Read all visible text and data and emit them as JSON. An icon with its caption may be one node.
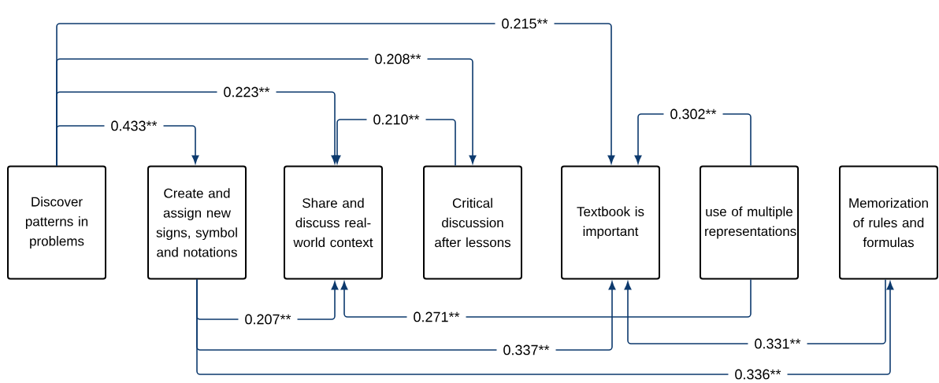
{
  "diagram": {
    "nodes": [
      {
        "text": [
          "Discover patterns in problems"
        ]
      },
      {
        "text": [
          "Create and assign new signs, symbol and notations"
        ]
      },
      {
        "text": [
          "Share and discuss real-world context"
        ]
      },
      {
        "text": [
          "Critical discussion after lessons"
        ]
      },
      {
        "text": [
          "Textbook is important"
        ]
      },
      {
        "text": [
          "use of multiple representations"
        ]
      },
      {
        "text": [
          "Memorization of rules and formulas"
        ]
      }
    ],
    "edges": [
      {
        "from": 0,
        "to": 1,
        "arrow": "to",
        "label": "0.433**"
      },
      {
        "from": 0,
        "to": 2,
        "arrow": "to",
        "label": "0.223**"
      },
      {
        "from": 0,
        "to": 3,
        "arrow": "to",
        "label": "0.208**"
      },
      {
        "from": 0,
        "to": 4,
        "arrow": "to",
        "label": "0.215**"
      },
      {
        "from": 3,
        "to": 2,
        "arrow": "to",
        "label": "0.210**"
      },
      {
        "from": 5,
        "to": 4,
        "arrow": "to",
        "label": "0.302**"
      },
      {
        "from": 1,
        "to": 2,
        "arrow": "to",
        "label": "0.207**"
      },
      {
        "from": 5,
        "to": 2,
        "arrow": "to",
        "label": "0.271**"
      },
      {
        "from": 1,
        "to": 4,
        "arrow": "to",
        "label": "0.337**"
      },
      {
        "from": 6,
        "to": 4,
        "arrow": "to",
        "label": "0.331**"
      },
      {
        "from": 1,
        "to": 6,
        "arrow": "to",
        "label": "0.336**"
      }
    ]
  }
}
